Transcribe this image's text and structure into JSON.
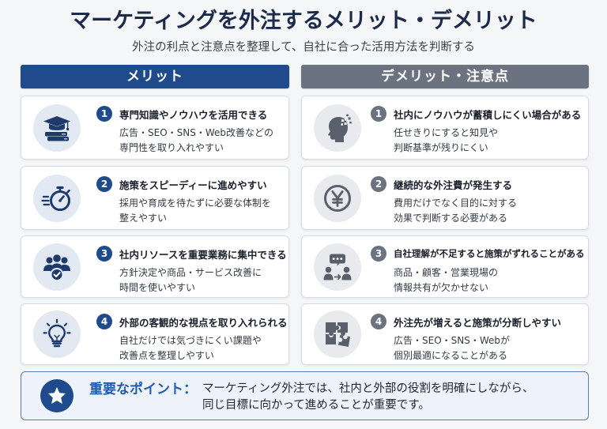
{
  "page": {
    "title": "マーケティングを外注するメリット・デメリット",
    "subtitle": "外注の利点と注意点を整理して、自社に合った活用方法を判断する"
  },
  "merits": {
    "header": "メリット",
    "items": [
      {
        "number": "1",
        "icon": "graduation-cap-icon",
        "title": "専門知識やノウハウを活用できる",
        "lines": [
          "広告・SEO・SNS・Web改善などの",
          "専門性を取り入れやすい"
        ]
      },
      {
        "number": "2",
        "icon": "stopwatch-icon",
        "title": "施策をスピーディーに進めやすい",
        "lines": [
          "採用や育成を待たずに必要な体制を",
          "整えやすい"
        ]
      },
      {
        "number": "3",
        "icon": "team-check-icon",
        "title": "社内リソースを重要業務に集中できる",
        "lines": [
          "方針決定や商品・サービス改善に",
          "時間を使いやすい"
        ]
      },
      {
        "number": "4",
        "icon": "lightbulb-icon",
        "title": "外部の客観的な視点を取り入れられる",
        "lines": [
          "自社だけでは気づきにくい課題や",
          "改善点を整理しやすい"
        ]
      }
    ]
  },
  "demerits": {
    "header": "デメリット・注意点",
    "items": [
      {
        "number": "1",
        "icon": "head-fragments-icon",
        "title": "社内にノウハウが蓄積しにくい場合がある",
        "lines": [
          "任せきりにすると知見や",
          "判断基準が残りにくい"
        ]
      },
      {
        "number": "2",
        "icon": "yen-coin-icon",
        "title": "継続的な外注費が発生する",
        "lines": [
          "費用だけでなく目的に対する",
          "効果で判断する必要がある"
        ]
      },
      {
        "number": "3",
        "icon": "people-communication-icon",
        "title": "自社理解が不足すると施策がずれることがある",
        "lines": [
          "商品・顧客・営業現場の",
          "情報共有が欠かせない"
        ]
      },
      {
        "number": "4",
        "icon": "puzzle-pieces-icon",
        "title": "外注先が増えると施策が分断しやすい",
        "lines": [
          "広告・SEO・SNS・Webが",
          "個別最適になることがある"
        ]
      }
    ]
  },
  "key_point": {
    "icon": "star-icon",
    "label": "重要なポイント：",
    "lines": [
      "マーケティング外注では、社内と外部の役割を明確にしながら、",
      "同じ目標に向かって進めることが重要です。"
    ]
  },
  "colors": {
    "page_bg": "#f5f6f8",
    "title": "#1b2a4a",
    "merit_accent": "#1f4b8c",
    "demerit_accent": "#6b7280",
    "point_label": "#1f5bb5",
    "point_bg": "#eef3fb",
    "point_border": "#5a7db5"
  }
}
